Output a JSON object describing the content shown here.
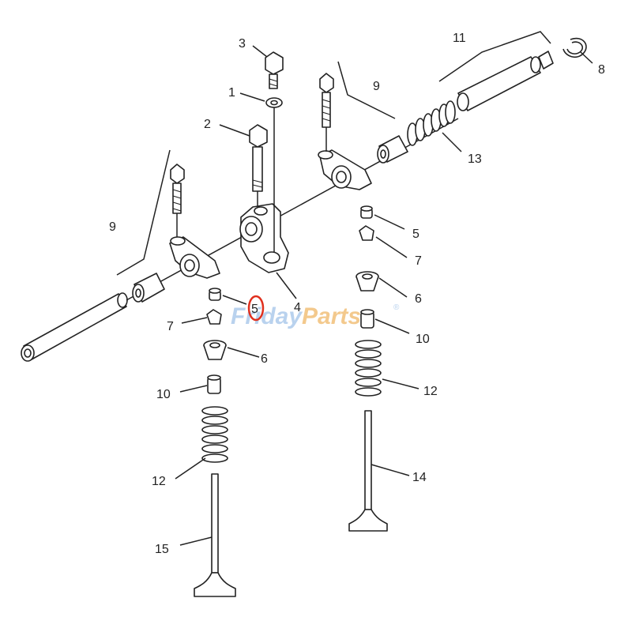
{
  "callouts": {
    "c1": "1",
    "c2": "2",
    "c3": "3",
    "c4": "4",
    "c5a": "5",
    "c5b": "5",
    "c6a": "6",
    "c6b": "6",
    "c7a": "7",
    "c7b": "7",
    "c8": "8",
    "c9a": "9",
    "c9b": "9",
    "c10a": "10",
    "c10b": "10",
    "c11": "11",
    "c12a": "12",
    "c12b": "12",
    "c13": "13",
    "c14": "14",
    "c15": "15"
  },
  "watermark": {
    "part1": "Friday",
    "part2": "Parts",
    "mark": "®"
  },
  "colors": {
    "line": "#222222",
    "highlight": "#e0301e",
    "watermark_blue": "#b9d2ee",
    "watermark_orange": "#f3c98d"
  }
}
